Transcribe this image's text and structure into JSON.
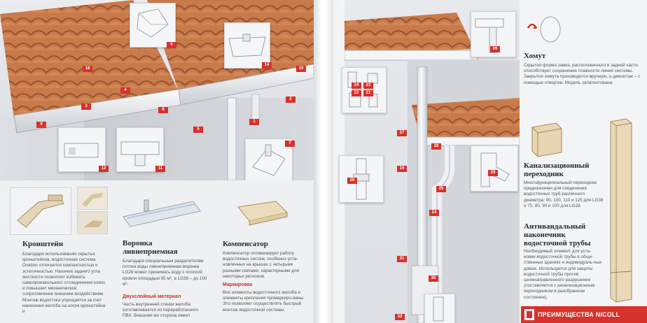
{
  "diagram": {
    "left_labels": [
      "18",
      "6",
      "14",
      "10",
      "4",
      "8",
      "2",
      "3",
      "5",
      "1",
      "9",
      "7",
      "12",
      "11"
    ],
    "right_labels": [
      "26",
      "23",
      "24",
      "22",
      "21",
      "27",
      "28",
      "29",
      "20",
      "25",
      "19",
      "24",
      "31",
      "30",
      "32"
    ]
  },
  "bracket": {
    "title": "Кронштейн",
    "text": "Благодаря использованию скрытых кронштейнов, водосточная система Ovation отличается компактностью и эстетичностью. Наличие заднего угла жесткости позволяет избежать самопроизвольного отсоединения кляпс и повышает механическое сопротивление внешним воздействиям. Монтаж водостока упрощается за счет нанесения желоба на носик кронштейна и"
  },
  "funnel": {
    "title_line1": "Воронка",
    "title_line2": "ливнеприемная",
    "text": "Благодаря специальным разделителям потока воды ливнеприемная воронка LG28 может принимать воду с плоской кровли площадью 65 м², а LG38 – до 100 м².",
    "sub": "Двухслойный материал",
    "text2": "Часть внутренней стенки желоба изготавливается из переработанного ПВХ. Внешняя же сторона имеет"
  },
  "compensator": {
    "title": "Компенсатор",
    "text": "Компенсатор оптимизирует работу водосточных систем, особенно уста-новленных на крышах с четырьмя разными скатами, характерными для некоторых регионов.",
    "sub": "Маркировка",
    "text2": "Все элементы водосточного желоба и элементы крепления промаркиро-ваны. Это позволяет осуществлять быстрый монтаж водосточной системы."
  },
  "clamp": {
    "title": "Хомут",
    "text": "Скрытая форма замка, расположенного в задней части, способствует сохранению плавности линий системы. Закрытие хомута производится вручную, а демонтаж – с помощью отвертки. Модель запатентована."
  },
  "sewer": {
    "title_line1": "Канализационный",
    "title_line2": "переходник",
    "text": "Многофункциональный переходник предназначен для соединения водосточных труб различного диаметра: 90, 100, 110 и 125 для LG38 и 75, 80, 90 и 100 для LG28."
  },
  "vandal": {
    "title_line1": "Антивандальный",
    "title_line2": "наконечник",
    "title_line3": "водосточной трубы",
    "text": "Необходимый элемент для уста-новки водосточной трубы в обще-ственных зданиях и индивидуаль-ных домах. Используется для защиты водосточной трубы против целенаправленного разрушения (поставляется с канализационным переходником в разобранном состоянии)."
  },
  "footer": {
    "promo": "ПРЕИМУЩЕСТВА NICOLL"
  },
  "colors": {
    "accent": "#d7312b",
    "tile": "#c8784a",
    "gutter": "#f2f3f4"
  }
}
